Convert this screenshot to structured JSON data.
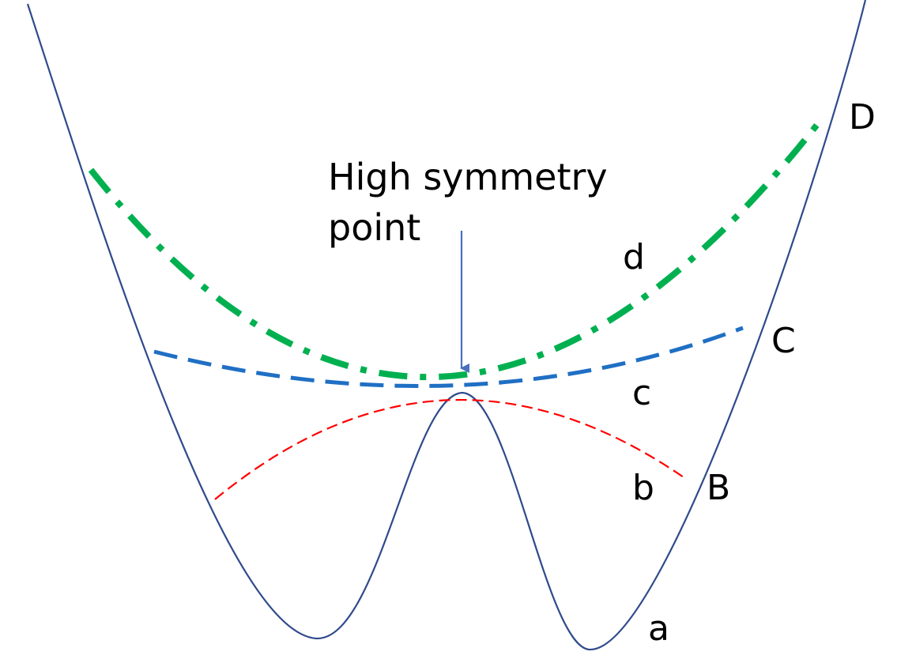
{
  "annotation": {
    "line1": "High symmetry",
    "line2": "point"
  },
  "curves": {
    "a": {
      "label": "a",
      "color": "#2f4a8c",
      "style": "solid"
    },
    "b": {
      "label": "b",
      "color": "#ff0000",
      "style": "dashed-thin"
    },
    "c": {
      "label": "c",
      "color": "#1f6fc4",
      "style": "dashed"
    },
    "d": {
      "label": "d",
      "color": "#00b050",
      "style": "dash-dot"
    }
  },
  "endpoints": {
    "B": "B",
    "C": "C",
    "D": "D"
  },
  "arrow_color": "#4a6fbf"
}
